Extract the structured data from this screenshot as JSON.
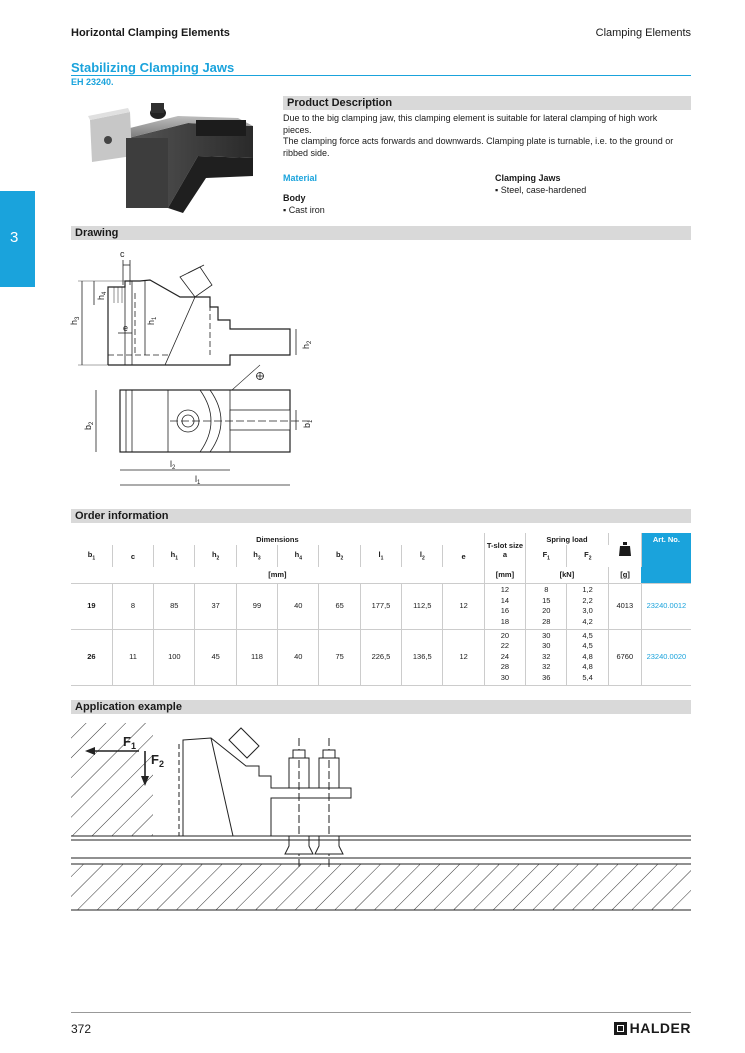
{
  "header": {
    "left": "Horizontal Clamping Elements",
    "right": "Clamping Elements"
  },
  "product": {
    "title": "Stabilizing Clamping Jaws",
    "code": "EH 23240."
  },
  "side_tab": "3",
  "description": {
    "heading": "Product Description",
    "lines": [
      "Due to the big clamping jaw, this clamping element is suitable for lateral clamping of high work pieces.",
      "The clamping force acts forwards and downwards. Clamping plate is turnable, i.e. to the ground or ribbed side."
    ]
  },
  "material": {
    "label": "Material",
    "body_heading": "Body",
    "body_item": "Cast iron",
    "jaws_heading": "Clamping Jaws",
    "jaws_item": "Steel, case-hardened"
  },
  "sections": {
    "drawing": "Drawing",
    "order": "Order information",
    "application": "Application example"
  },
  "drawing_labels": {
    "c": "c",
    "h4": "h",
    "h4s": "4",
    "h3": "h",
    "h3s": "3",
    "h1": "h",
    "h1s": "1",
    "e": "e",
    "h2": "h",
    "h2s": "2",
    "b2": "b",
    "b2s": "2",
    "b1": "b",
    "b1s": "1",
    "l2": "l",
    "l2s": "2",
    "l1": "l",
    "l1s": "1"
  },
  "order_table": {
    "group_dimensions": "Dimensions",
    "tslot": "T-slot size",
    "tslot_a": "a",
    "spring": "Spring load",
    "artno": "Art. No.",
    "cols": [
      "b",
      "c",
      "h",
      "h",
      "h",
      "h",
      "b",
      "l",
      "l",
      "e"
    ],
    "col_subs": [
      "1",
      "",
      "1",
      "2",
      "3",
      "4",
      "2",
      "1",
      "2",
      ""
    ],
    "f1": "F",
    "f1s": "1",
    "f2": "F",
    "f2s": "2",
    "unit_mm": "[mm]",
    "unit_tslot": "[mm]",
    "unit_kn": "[kN]",
    "unit_g": "[g]",
    "rows": [
      {
        "b1": "19",
        "c": "8",
        "h1": "85",
        "h2": "37",
        "h3": "99",
        "h4": "40",
        "b2": "65",
        "l1": "177,5",
        "l2": "112,5",
        "e": "12",
        "tslot": [
          "12",
          "14",
          "16",
          "18"
        ],
        "f1": [
          "8",
          "15",
          "20",
          "28"
        ],
        "f2": [
          "1,2",
          "2,2",
          "3,0",
          "4,2"
        ],
        "weight": "4013",
        "artno": "23240.0012"
      },
      {
        "b1": "26",
        "c": "11",
        "h1": "100",
        "h2": "45",
        "h3": "118",
        "h4": "40",
        "b2": "75",
        "l1": "226,5",
        "l2": "136,5",
        "e": "12",
        "tslot": [
          "20",
          "22",
          "24",
          "28",
          "30"
        ],
        "f1": [
          "30",
          "30",
          "32",
          "32",
          "36"
        ],
        "f2": [
          "4,5",
          "4,5",
          "4,8",
          "4,8",
          "5,4"
        ],
        "weight": "6760",
        "artno": "23240.0020"
      }
    ]
  },
  "application_labels": {
    "f1": "F",
    "f1s": "1",
    "f2": "F",
    "f2s": "2"
  },
  "footer": {
    "page": "372",
    "brand": "HALDER"
  },
  "colors": {
    "accent": "#1aa3dc",
    "section_bg": "#d9d9d9"
  }
}
